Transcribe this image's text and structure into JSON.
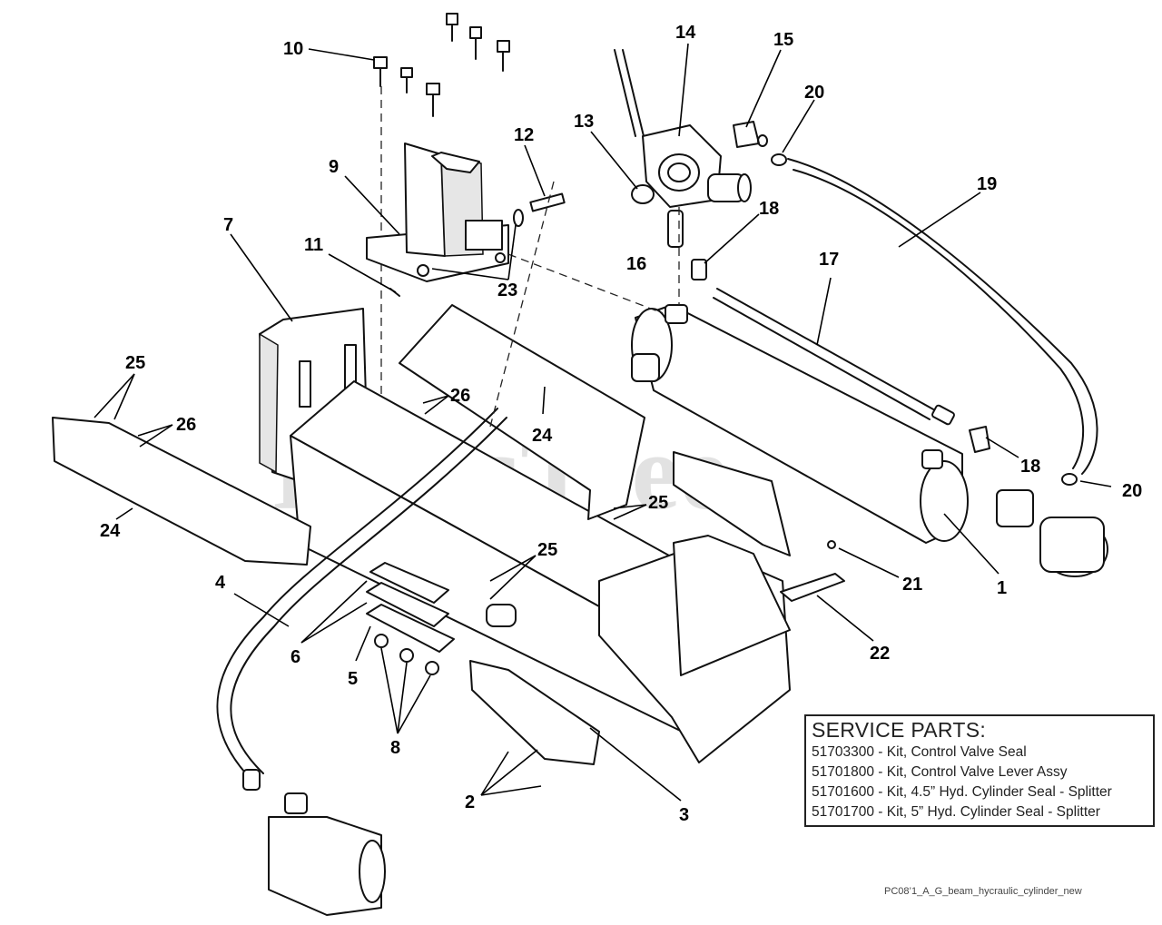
{
  "watermark": {
    "text": "PartsTree",
    "trademark": "TM"
  },
  "callouts": [
    {
      "id": "10",
      "label": "10"
    },
    {
      "id": "14",
      "label": "14"
    },
    {
      "id": "15",
      "label": "15"
    },
    {
      "id": "20a",
      "label": "20"
    },
    {
      "id": "13",
      "label": "13"
    },
    {
      "id": "12",
      "label": "12"
    },
    {
      "id": "9",
      "label": "9"
    },
    {
      "id": "19",
      "label": "19"
    },
    {
      "id": "18a",
      "label": "18"
    },
    {
      "id": "7",
      "label": "7"
    },
    {
      "id": "11",
      "label": "11"
    },
    {
      "id": "16",
      "label": "16"
    },
    {
      "id": "17",
      "label": "17"
    },
    {
      "id": "23",
      "label": "23"
    },
    {
      "id": "25a",
      "label": "25"
    },
    {
      "id": "26a",
      "label": "26"
    },
    {
      "id": "26b",
      "label": "26"
    },
    {
      "id": "24a",
      "label": "24"
    },
    {
      "id": "24b",
      "label": "24"
    },
    {
      "id": "18b",
      "label": "18"
    },
    {
      "id": "20b",
      "label": "20"
    },
    {
      "id": "25b",
      "label": "25"
    },
    {
      "id": "25c",
      "label": "25"
    },
    {
      "id": "1",
      "label": "1"
    },
    {
      "id": "21",
      "label": "21"
    },
    {
      "id": "4",
      "label": "4"
    },
    {
      "id": "6",
      "label": "6"
    },
    {
      "id": "22",
      "label": "22"
    },
    {
      "id": "5",
      "label": "5"
    },
    {
      "id": "8",
      "label": "8"
    },
    {
      "id": "2",
      "label": "2"
    },
    {
      "id": "3",
      "label": "3"
    }
  ],
  "service_parts": {
    "title": "SERVICE PARTS:",
    "items": [
      "51703300 - Kit, Control Valve Seal",
      "51701800 - Kit, Control Valve Lever Assy",
      "51701600 - Kit, 4.5” Hyd. Cylinder Seal - Splitter",
      "51701700 - Kit, 5” Hyd. Cylinder Seal - Splitter"
    ]
  },
  "footer_code": "PC08’1_A_G_beam_hycraulic_cylinder_new"
}
